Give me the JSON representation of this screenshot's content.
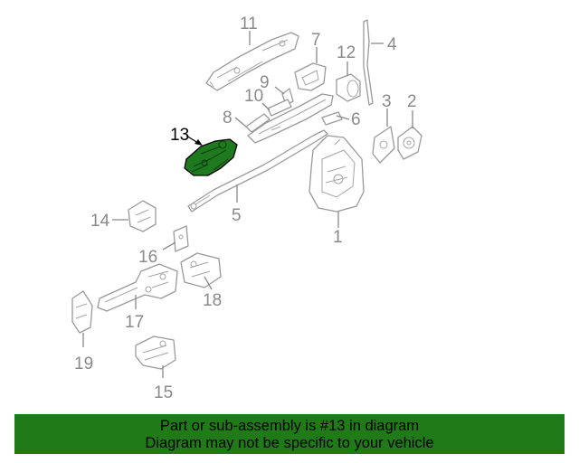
{
  "callouts": {
    "c1": "1",
    "c2": "2",
    "c3": "3",
    "c4": "4",
    "c5": "5",
    "c6": "6",
    "c7": "7",
    "c8": "8",
    "c9": "9",
    "c10": "10",
    "c11": "11",
    "c12": "12",
    "c13": "13",
    "c14": "14",
    "c15": "15",
    "c16": "16",
    "c17": "17",
    "c18": "18",
    "c19": "19"
  },
  "highlighted_part": "13",
  "colors": {
    "highlight": "#1f7a1f",
    "banner": "#1f7a17",
    "line_art": "#9a9a9a"
  },
  "banner": {
    "line1": "Part or sub-assembly is #13 in diagram",
    "line2": "Diagram may not be specific to your vehicle"
  }
}
